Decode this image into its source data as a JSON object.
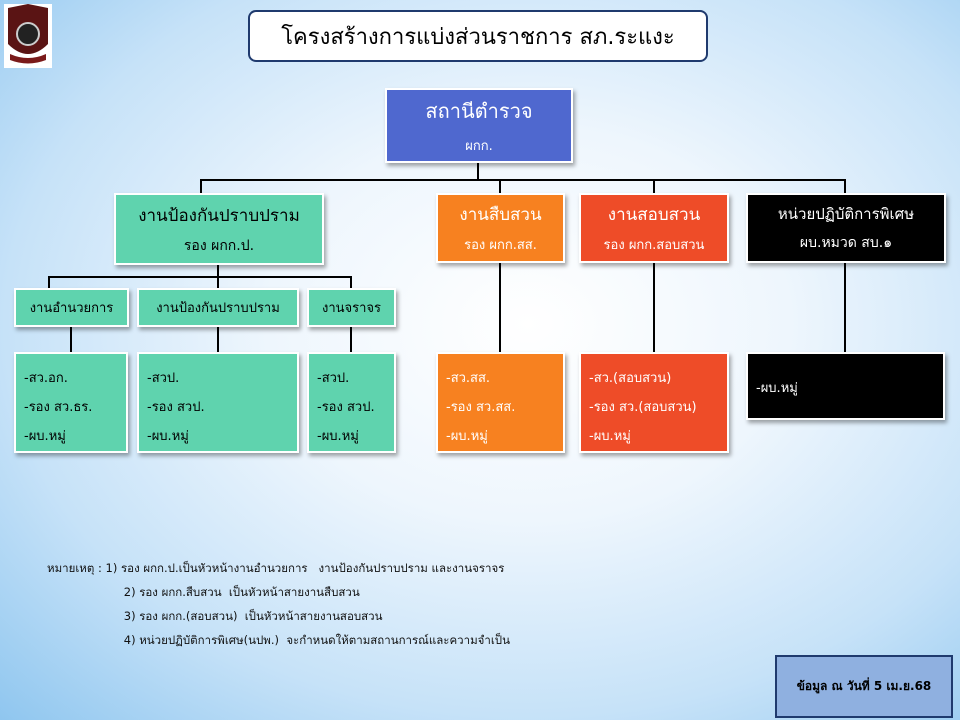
{
  "title": "โครงสร้างการแบ่งส่วนราชการ  สภ.ระแงะ",
  "logo": "logo-emblem",
  "root": {
    "title": "สถานีตำรวจ",
    "subtitle": "ผกก."
  },
  "divisions": [
    {
      "title": "งานป้องกันปราบปราม",
      "subtitle": "รอง ผกก.ป."
    },
    {
      "title": "งานสืบสวน",
      "subtitle": "รอง ผกก.สส."
    },
    {
      "title": "งานสอบสวน",
      "subtitle": "รอง ผกก.สอบสวน"
    },
    {
      "title": "หน่วยปฏิบัติการพิเศษ",
      "subtitle": "ผบ.หมวด สบ.๑"
    }
  ],
  "sub_units": [
    "งานอำนวยการ",
    "งานป้องกันปราบปราม",
    "งานจราจร"
  ],
  "staff": [
    [
      "-สว.อก.",
      "-รอง สว.ธร.",
      "-ผบ.หมู่"
    ],
    [
      "-สวป.",
      "-รอง สวป.",
      "-ผบ.หมู่"
    ],
    [
      "-สวป.",
      "-รอง สวป.",
      "-ผบ.หมู่"
    ],
    [
      "-สว.สส.",
      "-รอง สว.สส.",
      "-ผบ.หมู่"
    ],
    [
      "-สว.(สอบสวน)",
      "-รอง สว.(สอบสวน)",
      "-ผบ.หมู่"
    ],
    [
      "-ผบ.หมู่"
    ]
  ],
  "notes": [
    "หมายเหตุ : 1) รอง ผกก.ป.เป็นหัวหน้างานอำนวยการ   งานป้องกันปราบปราม และงานจราจร",
    "                     2) รอง ผกก.สืบสวน  เป็นหัวหน้าสายงานสืบสวน",
    "                     3) รอง ผกก.(สอบสวน)  เป็นหัวหน้าสายงานสอบสวน",
    "                     4) หน่วยปฏิบัติการพิเศษ(นปพ.)  จะกำหนดให้ตามสถานการณ์และความจำเป็น"
  ],
  "date_note": "ข้อมูล ณ วันที่ 5 เม.ย.68"
}
